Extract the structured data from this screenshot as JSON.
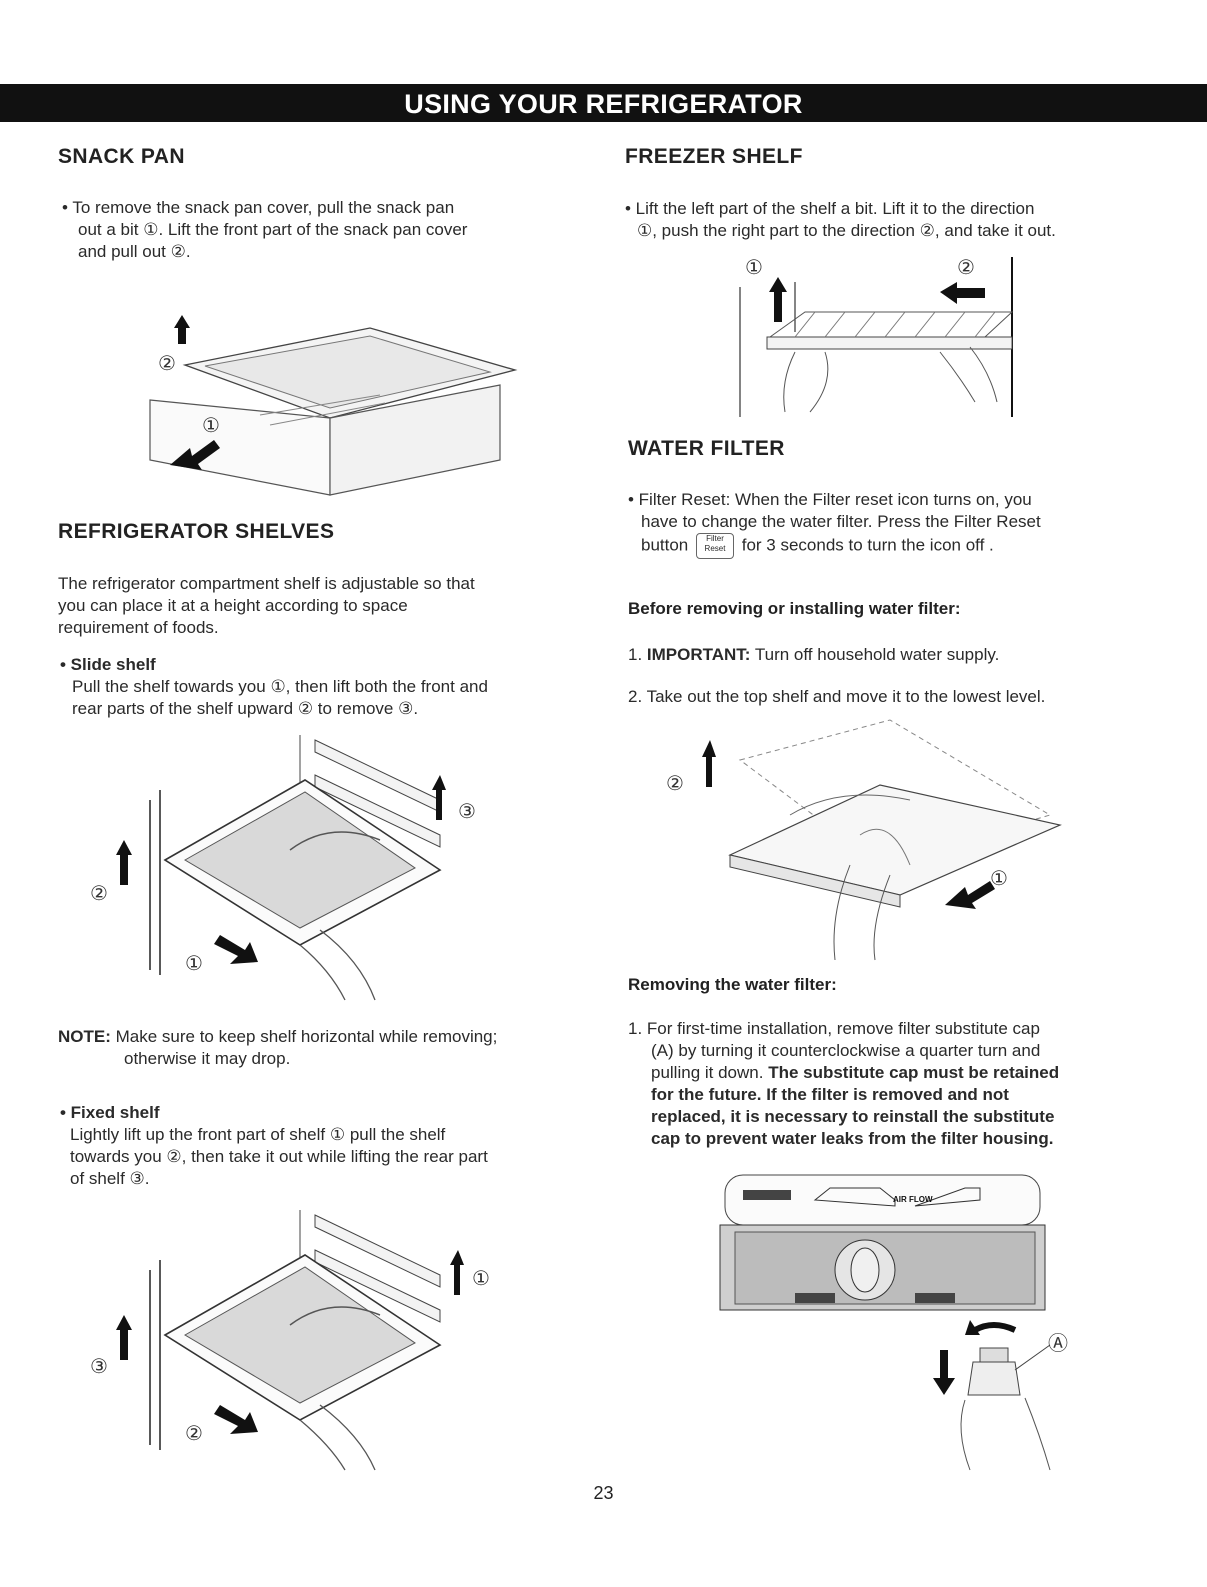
{
  "header": {
    "title": "USING YOUR REFRIGERATOR"
  },
  "snack_pan": {
    "title": "SNACK PAN",
    "lines": [
      "• To remove the snack pan cover, pull the snack pan",
      "out  a bit ①. Lift the front part of the snack pan cover",
      "and pull out ②."
    ],
    "labels": [
      "②",
      "①"
    ]
  },
  "ref_shelves": {
    "title": "REFRIGERATOR SHELVES",
    "intro": [
      "The refrigerator compartment shelf is adjustable so that",
      "you can place it at a height according to space",
      "requirement of foods."
    ],
    "slide": {
      "heading": "• Slide shelf",
      "lines": [
        "Pull the shelf towards you ①, then lift both the front and",
        "rear parts of the shelf upward ② to remove ③."
      ],
      "labels": [
        "③",
        "②",
        "①"
      ]
    },
    "note": {
      "label": "NOTE:",
      "line1": " Make sure to keep shelf horizontal while removing;",
      "line2": "otherwise it may drop."
    },
    "fixed": {
      "heading": "• Fixed shelf",
      "lines": [
        "Lightly lift up the front part of shelf ① pull the shelf",
        "towards you ②, then take it out while lifting the rear part",
        "of shelf ③."
      ],
      "labels": [
        "①",
        "③",
        "②"
      ]
    }
  },
  "freezer_shelf": {
    "title": "FREEZER SHELF",
    "lines": [
      "• Lift the left part of the shelf a bit. Lift it to the direction",
      "①, push the right part to the direction ②, and take it out."
    ],
    "labels": [
      "①",
      "②"
    ]
  },
  "water_filter": {
    "title": "WATER FILTER",
    "reset_lines": [
      "• Filter Reset: When the Filter reset icon turns on, you",
      "have to change the water filter. Press the Filter Reset",
      "button",
      "for 3 seconds to turn the icon off ."
    ],
    "button_icon": {
      "top": "Filter",
      "bottom": "Reset"
    },
    "before_heading": "Before removing or installing water filter:",
    "step1_num": "1. ",
    "step1_bold": "IMPORTANT:",
    "step1_text": " Turn off household water supply.",
    "step2": "2. Take out the top shelf and move it to the lowest level.",
    "shelf_labels": [
      "②",
      "①"
    ],
    "removing_heading": "Removing the water filter:",
    "rm_step1_num": "1.",
    "rm_lines": [
      "For first-time installation, remove filter substitute cap",
      "(A) by turning it counterclockwise a quarter turn and",
      "pulling it down. "
    ],
    "rm_bold_1": "The substitute cap must be retained",
    "rm_bold_lines": [
      "for the future. If the filter is removed and not",
      "replaced, it is necessary to reinstall the substitute",
      "cap to prevent water leaks from the filter housing."
    ],
    "housing_label": "AIR FLOW",
    "cap_label": "Ⓐ"
  },
  "page_number": "23"
}
